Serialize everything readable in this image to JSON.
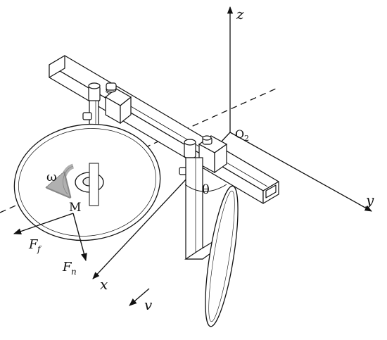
{
  "labels": {
    "z_axis": "z",
    "y_axis": "y",
    "x_axis": "x",
    "origin": "O",
    "origin_sub": "2",
    "omega": "ω",
    "point_m": "M",
    "theta": "θ",
    "friction_force": "F",
    "friction_sub": "f",
    "normal_force": "F",
    "normal_sub": "n",
    "velocity": "v"
  },
  "colors": {
    "ink": "#111111",
    "body_fill": "#ffffff",
    "arrow_gray": "#b0b0b0"
  }
}
